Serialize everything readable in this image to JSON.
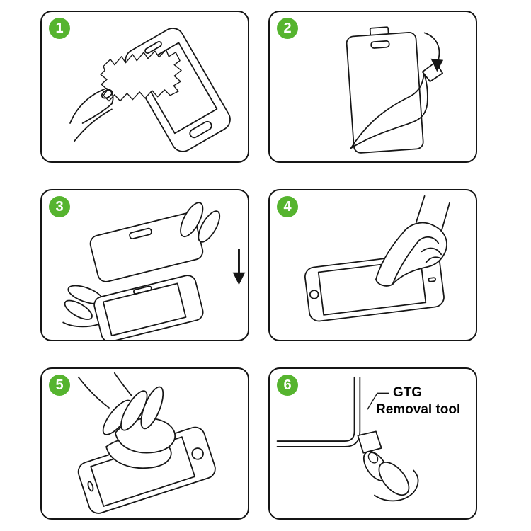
{
  "colors": {
    "accent_green": "#56B42F",
    "line_color": "#161616",
    "background": "#FFFFFF"
  },
  "steps": [
    {
      "number": "1",
      "illustration": "wipe-phone-with-cloth"
    },
    {
      "number": "2",
      "illustration": "peel-protective-film"
    },
    {
      "number": "3",
      "illustration": "align-glass-over-screen"
    },
    {
      "number": "4",
      "illustration": "press-screen-with-finger"
    },
    {
      "number": "5",
      "illustration": "smooth-out-bubbles-with-cloth"
    },
    {
      "number": "6",
      "illustration": "pry-corner-with-removal-tool",
      "label_line1": "GTG",
      "label_line2": "Removal tool"
    }
  ]
}
